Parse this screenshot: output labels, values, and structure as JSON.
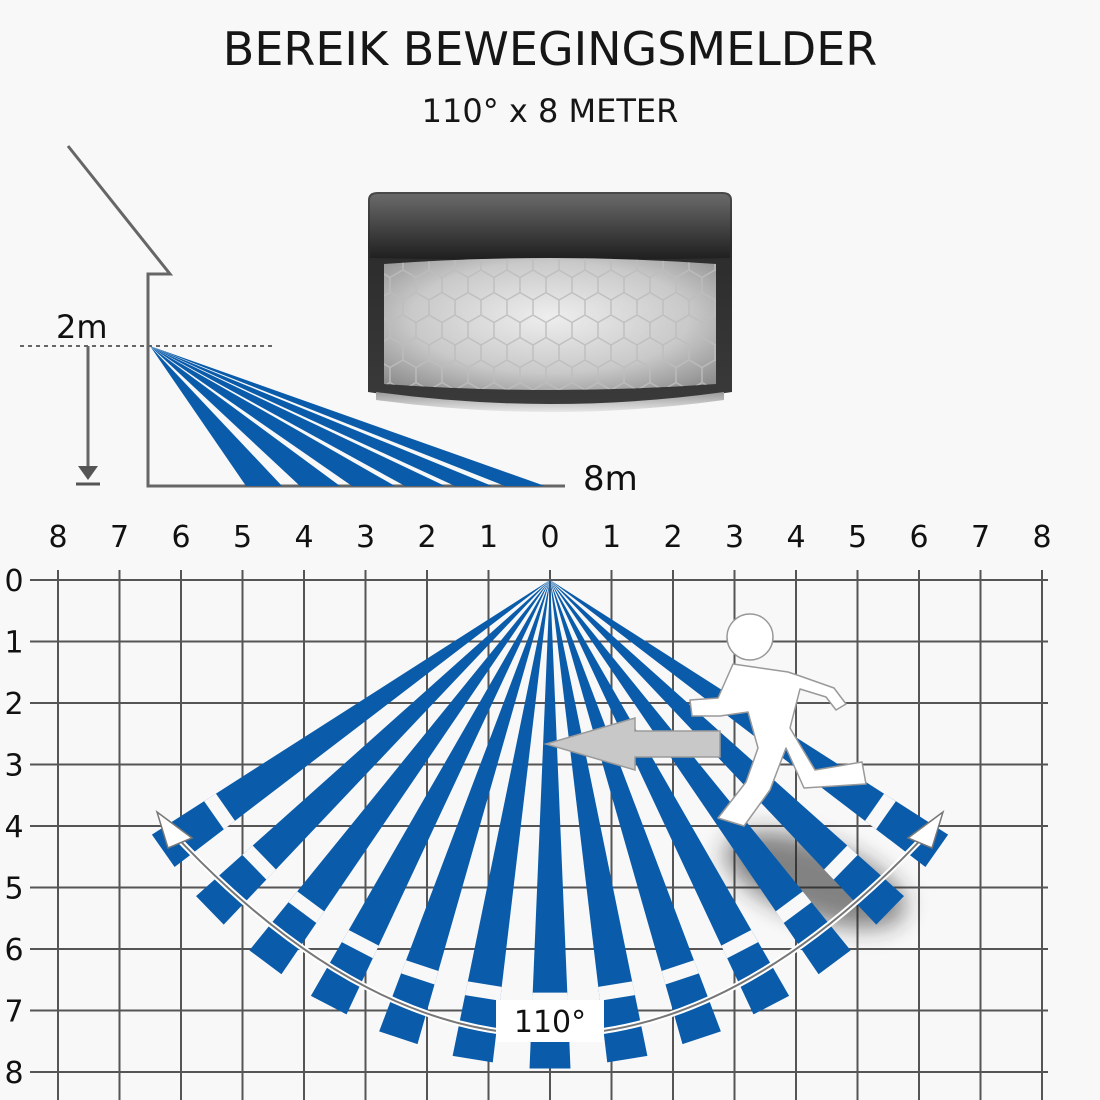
{
  "header": {
    "title": "BEREIK BEWEGINGSMELDER",
    "subtitle": "110° x 8 METER"
  },
  "side_view": {
    "height_label": "2m",
    "range_label": "8m"
  },
  "top_view": {
    "x_ticks": [
      "8",
      "7",
      "6",
      "5",
      "4",
      "3",
      "2",
      "1",
      "0",
      "1",
      "2",
      "3",
      "4",
      "5",
      "6",
      "7",
      "8"
    ],
    "y_ticks": [
      "0",
      "1",
      "2",
      "3",
      "4",
      "5",
      "6",
      "7",
      "8"
    ],
    "angle_label": "110°",
    "detection_angle_deg": 110,
    "range_m": 8,
    "beam_count": 13
  },
  "colors": {
    "beam": "#0a5cab",
    "grid": "#555555",
    "arrow": "#c8c8c8",
    "figure": "#ffffff"
  },
  "icons": {
    "sensor": "motion-sensor-icon",
    "person": "running-person-icon",
    "movement": "left-arrow-icon",
    "house": "house-wall-icon"
  }
}
